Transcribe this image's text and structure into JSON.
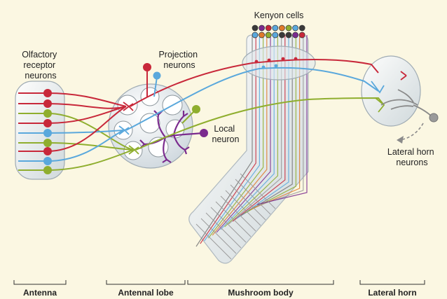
{
  "labels": {
    "olfactory_receptor_neurons": [
      "Olfactory",
      "receptor",
      "neurons"
    ],
    "projection_neurons": [
      "Projection",
      "neurons"
    ],
    "local_neuron": [
      "Local",
      "neuron"
    ],
    "kenyon_cells": "Kenyon cells",
    "lateral_horn_neurons": [
      "Lateral horn",
      "neurons"
    ]
  },
  "sections": {
    "antenna": "Antenna",
    "antennal_lobe": "Antennal lobe",
    "mushroom_body": "Mushroom body",
    "lateral_horn": "Lateral horn"
  },
  "colors": {
    "background": "#fbf7e2",
    "red": "#c8283a",
    "blue": "#5aa8dc",
    "green": "#8fae2e",
    "purple": "#7b2b8e",
    "gray": "#8a8a8a",
    "kenyon_tops": [
      "#3a3a3a",
      "#7b2b8e",
      "#c8283a",
      "#5aa8dc",
      "#e07a2b",
      "#8fae2e",
      "#5aa8dc",
      "#3a3a3a"
    ]
  },
  "receptor_neuron_colors": [
    "red",
    "red",
    "green",
    "red",
    "blue",
    "green",
    "red",
    "blue",
    "green"
  ]
}
